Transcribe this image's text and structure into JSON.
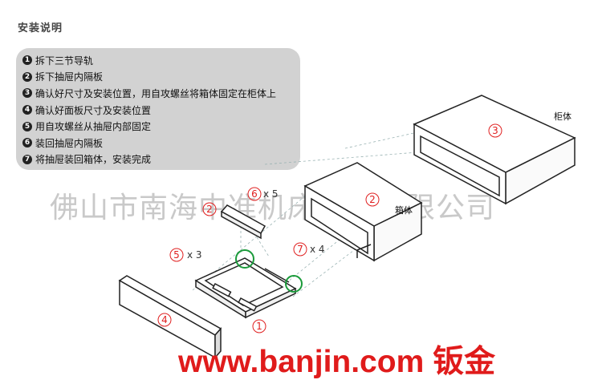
{
  "title": "安装说明",
  "steps": [
    {
      "num": "1",
      "text": "拆下三节导轨"
    },
    {
      "num": "2",
      "text": "拆下抽屉内隔板"
    },
    {
      "num": "3",
      "text": "确认好尺寸及安装位置，用自攻螺丝将箱体固定在柜体上"
    },
    {
      "num": "4",
      "text": "确认好面板尺寸及安装位置"
    },
    {
      "num": "5",
      "text": "用自攻螺丝从抽屉内部固定"
    },
    {
      "num": "6",
      "text": "装回抽屉内隔板"
    },
    {
      "num": "7",
      "text": "将抽屉装回箱体，安装完成"
    }
  ],
  "labels": {
    "cabinet": "柜体",
    "box": "箱体"
  },
  "markers": {
    "m1": "1",
    "m2a": "2",
    "m2b": "2",
    "m3": "3",
    "m4": "4",
    "m5": "5",
    "m6": "6",
    "m7": "7"
  },
  "quantities": {
    "q5": "x 3",
    "q6": "x 5",
    "q7": "x 4"
  },
  "watermark": "佛山市南海中准机床附件有限公司",
  "brand": "www.banjin.com 钣金",
  "colors": {
    "marker": "#e02020",
    "highlight": "#1a9a3a",
    "brand": "#e01b1b"
  }
}
